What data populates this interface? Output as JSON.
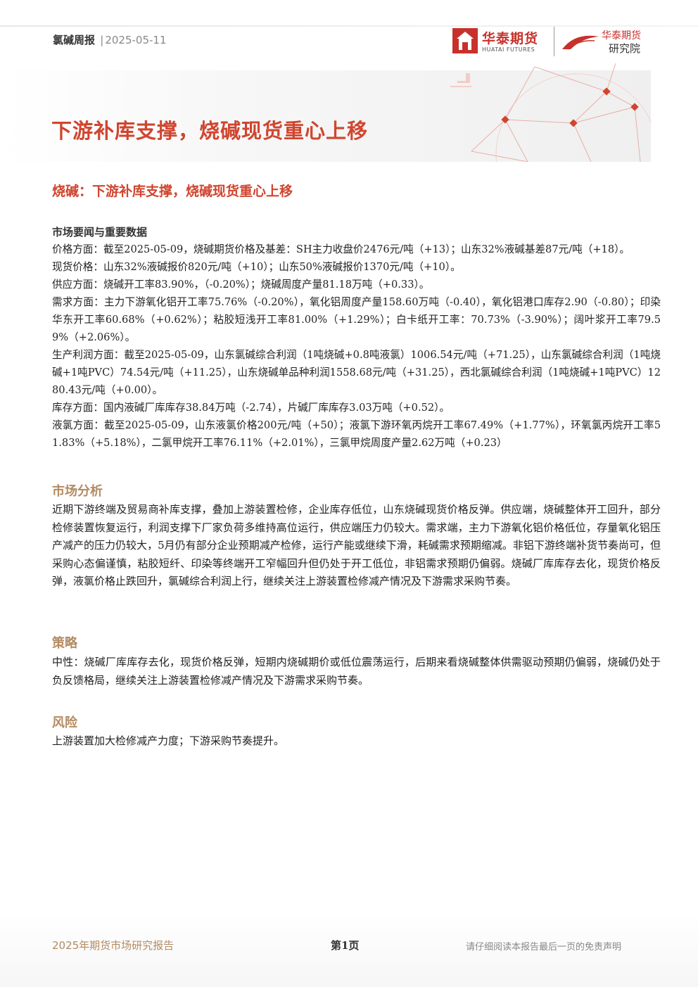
{
  "header": {
    "report_type": "氯碱周报",
    "separator": "|",
    "date": "2025-05-11",
    "title": "下游补库支撑，烧碱现货重心上移",
    "logo_cn": "华泰期货",
    "logo_en": "HUATAI FUTURES",
    "inst_line1": "华泰期货",
    "inst_line2": "研究院",
    "brand_color": "#c8312b"
  },
  "section": {
    "title": "烧碱：下游补库支撑，烧碱现货重心上移",
    "sub_heading": "市场要闻与重要数据",
    "items": [
      "价格方面：截至2025-05-09，烧碱期货价格及基差：SH主力收盘价2476元/吨（+13）；山东32%液碱基差87元/吨（+18）。",
      "现货价格：山东32%液碱报价820元/吨（+10）；山东50%液碱报价1370元/吨（+10）。",
      "供应方面：烧碱开工率83.90%，（-0.20%）；烧碱周度产量81.18万吨（+0.33）。",
      "需求方面：主力下游氧化铝开工率75.76%（-0.20%），氧化铝周度产量158.60万吨（-0.40），氧化铝港口库存2.90（-0.80）；印染华东开工率60.68%（+0.62%）；粘胶短浅开工率81.00%（+1.29%）；白卡纸开工率：70.73%（-3.90%）；阔叶浆开工率79.59%（+2.06%）。",
      "生产利润方面：截至2025-05-09，山东氯碱综合利润（1吨烧碱+0.8吨液氯）1006.54元/吨（+71.25），山东氯碱综合利润（1吨烧碱+1吨PVC）74.54元/吨（+11.25），山东烧碱单品种利润1558.68元/吨（+31.25），西北氯碱综合利润（1吨烧碱+1吨PVC）1280.43元/吨（+0.00）。",
      "库存方面：国内液碱厂库库存38.84万吨（-2.74），片碱厂库库存3.03万吨（+0.52）。",
      "液氯方面：截至2025-05-09，山东液氯价格200元/吨（+50）；液氯下游环氧丙烷开工率67.49%（+1.77%），环氧氯丙烷开工率51.83%（+5.18%），二氯甲烷开工率76.11%（+2.01%），三氯甲烷周度产量2.62万吨（+0.23）"
    ]
  },
  "analysis": {
    "title": "市场分析",
    "text": "近期下游终端及贸易商补库支撑，叠加上游装置检修，企业库存低位，山东烧碱现货价格反弹。供应端，烧碱整体开工回升，部分检修装置恢复运行，利润支撑下厂家负荷多维持高位运行，供应端压力仍较大。需求端，主力下游氧化铝价格低位，存量氧化铝压产减产的压力仍较大，5月仍有部分企业预期减产检修，运行产能或继续下滑，耗碱需求预期缩减。非铝下游终端补货节奏尚可，但采购心态偏谨慎，粘胶短纤、印染等终端开工窄幅回升但仍处于开工低位，非铝需求预期仍偏弱。烧碱厂库库存去化，现货价格反弹，液氯价格止跌回升，氯碱综合利润上行，继续关注上游装置检修减产情况及下游需求采购节奏。"
  },
  "strategy": {
    "title": "策略",
    "text": "中性：烧碱厂库库存去化，现货价格反弹，短期内烧碱期价或低位震荡运行，后期来看烧碱整体供需驱动预期仍偏弱，烧碱仍处于负反馈格局，继续关注上游装置检修减产情况及下游需求采购节奏。"
  },
  "risk": {
    "title": "风险",
    "text": "上游装置加大检修减产力度；下游采购节奏提升。"
  },
  "footer": {
    "left": "2025年期货市场研究报告",
    "page": "第1页",
    "right": "请仔细阅读本报告最后一页的免责声明"
  }
}
